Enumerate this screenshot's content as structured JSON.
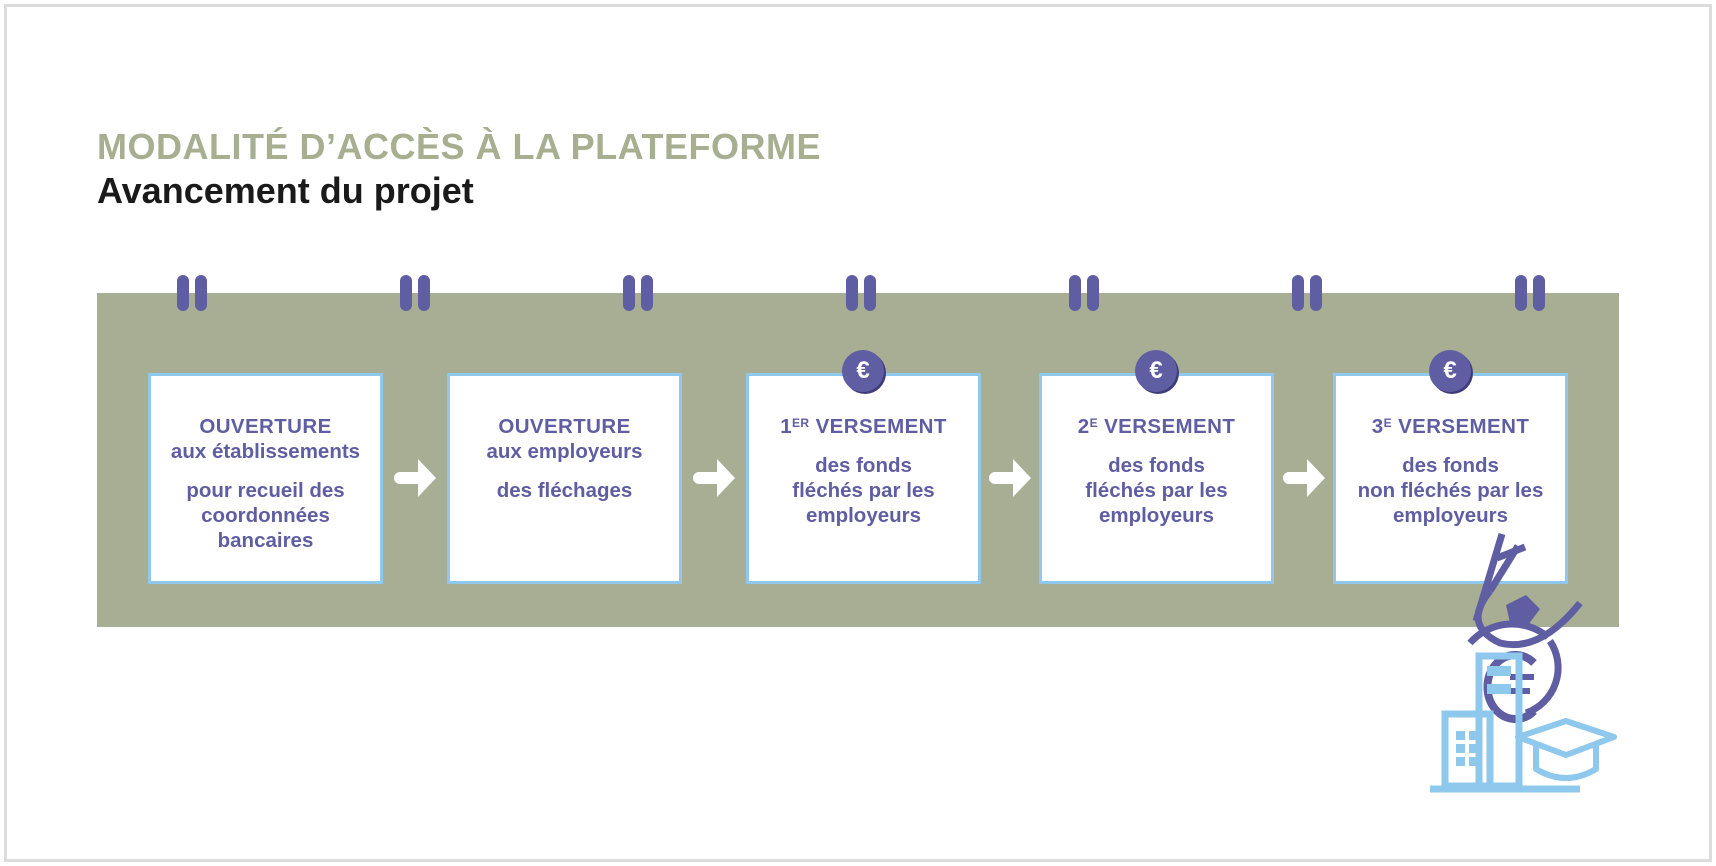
{
  "colors": {
    "title_caps": "#a8ae90",
    "title_sub": "#1a1a1a",
    "band": "#a8ae94",
    "purple": "#605ea3",
    "box_border": "#8ec8ec",
    "light_blue": "#8ec8ec",
    "arrow": "#ffffff"
  },
  "header": {
    "title": "MODALITÉ D’ACCÈS À LA PLATEFORME",
    "subtitle": "Avancement du projet"
  },
  "steps": [
    {
      "head": "OUVERTURE",
      "head_sup": "",
      "head_rest": "",
      "line1": "aux établissements",
      "body": [
        "pour recueil des",
        "coordonnées",
        "bancaires"
      ],
      "euro_badge": false
    },
    {
      "head": "OUVERTURE",
      "head_sup": "",
      "head_rest": "",
      "line1": "aux employeurs",
      "body": [
        "des fléchages"
      ],
      "euro_badge": false
    },
    {
      "head": "1",
      "head_sup": "ER",
      "head_rest": " VERSEMENT",
      "line1": "",
      "body": [
        "des fonds",
        "fléchés par les",
        "employeurs"
      ],
      "euro_badge": true
    },
    {
      "head": "2",
      "head_sup": "E",
      "head_rest": " VERSEMENT",
      "line1": "",
      "body": [
        "des fonds",
        "fléchés par les",
        "employeurs"
      ],
      "euro_badge": true
    },
    {
      "head": "3",
      "head_sup": "E",
      "head_rest": " VERSEMENT",
      "line1": "",
      "body": [
        "des fonds",
        "non fléchés par les",
        "employeurs"
      ],
      "euro_badge": true
    }
  ],
  "icons": {
    "euro_symbol": "€",
    "arrow": "arrow-right-icon",
    "binder_rings": "binder-ring-icon",
    "illustration": "building-euro-graduate-illustration"
  }
}
